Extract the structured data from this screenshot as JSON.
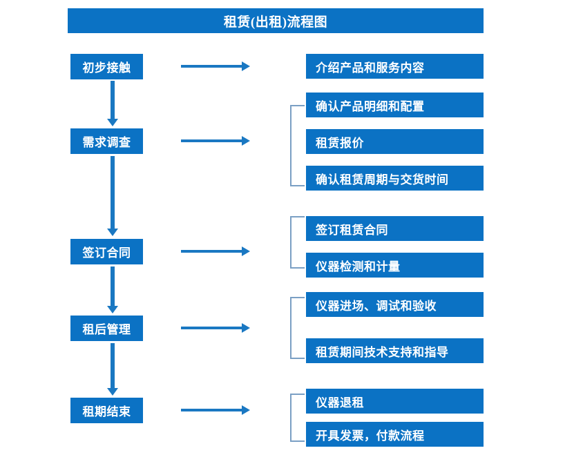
{
  "diagram": {
    "title": "租赁(出租)流程图",
    "colors": {
      "box_fill": "#0b72c4",
      "box_text": "#ffffff",
      "arrow": "#1a78c2",
      "bracket": "#7a9fc4",
      "background": "#ffffff"
    },
    "stages": [
      {
        "label": "初步接触"
      },
      {
        "label": "需求调查"
      },
      {
        "label": "签订合同"
      },
      {
        "label": "租后管理"
      },
      {
        "label": "租期结束"
      }
    ],
    "details": [
      {
        "label": "介绍产品和服务内容",
        "group": 1
      },
      {
        "label": "确认产品明细和配置",
        "group": 2
      },
      {
        "label": "租赁报价",
        "group": 2
      },
      {
        "label": "确认租赁周期与交货时间",
        "group": 2
      },
      {
        "label": "签订租赁合同",
        "group": 3
      },
      {
        "label": "仪器检测和计量",
        "group": 3
      },
      {
        "label": "仪器进场、调试和验收",
        "group": 4
      },
      {
        "label": "租赁期间技术支持和指导",
        "group": 4
      },
      {
        "label": "仪器退租",
        "group": 5
      },
      {
        "label": "开具发票，付款流程",
        "group": 5
      }
    ]
  }
}
